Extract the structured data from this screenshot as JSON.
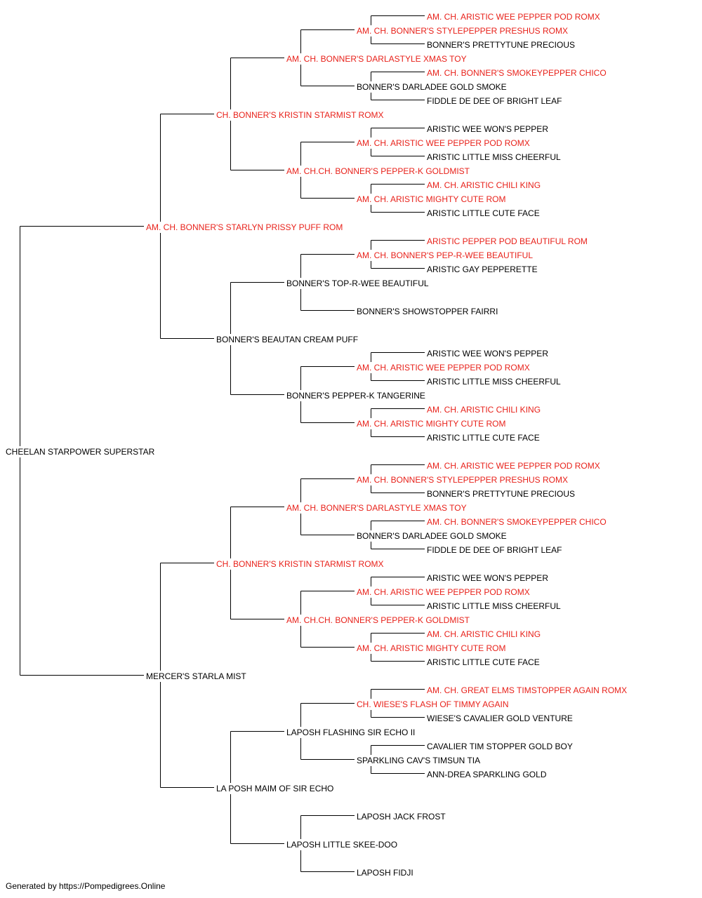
{
  "colors": {
    "champion": "#e8211a",
    "normal": "#000000",
    "line": "#000000"
  },
  "footer": "Generated by https://Pompedigrees.Online",
  "dogs": [
    {
      "name": "CHEELAN STARPOWER SUPERSTAR",
      "champion": false
    },
    {
      "name": "AM. CH. BONNER'S STARLYN PRISSY PUFF ROM",
      "champion": true
    },
    {
      "name": "CH. BONNER'S KRISTIN STARMIST ROMX",
      "champion": true
    },
    {
      "name": "AM. CH. BONNER'S DARLASTYLE XMAS TOY",
      "champion": true
    },
    {
      "name": "AM. CH. BONNER'S STYLEPEPPER PRESHUS ROMX",
      "champion": true
    },
    {
      "name": "AM. CH. ARISTIC WEE PEPPER POD ROMX",
      "champion": true
    },
    {
      "name": "BONNER'S PRETTYTUNE PRECIOUS",
      "champion": false
    },
    {
      "name": "BONNER'S DARLADEE GOLD SMOKE",
      "champion": false
    },
    {
      "name": "AM. CH. BONNER'S SMOKEYPEPPER CHICO",
      "champion": true
    },
    {
      "name": "FIDDLE DE DEE OF BRIGHT LEAF",
      "champion": false
    },
    {
      "name": "AM. CH.CH. BONNER'S PEPPER-K GOLDMIST",
      "champion": true
    },
    {
      "name": "AM. CH. ARISTIC WEE PEPPER POD ROMX",
      "champion": true
    },
    {
      "name": "ARISTIC WEE WON'S PEPPER",
      "champion": false
    },
    {
      "name": "ARISTIC LITTLE MISS CHEERFUL",
      "champion": false
    },
    {
      "name": "AM. CH. ARISTIC MIGHTY CUTE ROM",
      "champion": true
    },
    {
      "name": "AM. CH. ARISTIC CHILI KING",
      "champion": true
    },
    {
      "name": "ARISTIC LITTLE CUTE FACE",
      "champion": false
    },
    {
      "name": "BONNER'S BEAUTAN CREAM PUFF",
      "champion": false
    },
    {
      "name": "BONNER'S TOP-R-WEE BEAUTIFUL",
      "champion": false
    },
    {
      "name": "AM. CH. BONNER'S PEP-R-WEE BEAUTIFUL",
      "champion": true
    },
    {
      "name": "ARISTIC PEPPER POD BEAUTIFUL ROM",
      "champion": true
    },
    {
      "name": "ARISTIC GAY PEPPERETTE",
      "champion": false
    },
    {
      "name": "BONNER'S SHOWSTOPPER FAIRRI",
      "champion": false
    },
    {
      "name": "BONNER'S PEPPER-K TANGERINE",
      "champion": false
    },
    {
      "name": "AM. CH. ARISTIC WEE PEPPER POD ROMX",
      "champion": true
    },
    {
      "name": "ARISTIC WEE WON'S PEPPER",
      "champion": false
    },
    {
      "name": "ARISTIC LITTLE MISS CHEERFUL",
      "champion": false
    },
    {
      "name": "AM. CH. ARISTIC MIGHTY CUTE ROM",
      "champion": true
    },
    {
      "name": "AM. CH. ARISTIC CHILI KING",
      "champion": true
    },
    {
      "name": "ARISTIC LITTLE CUTE FACE",
      "champion": false
    },
    {
      "name": "MERCER'S STARLA MIST",
      "champion": false
    },
    {
      "name": "CH. BONNER'S KRISTIN STARMIST ROMX",
      "champion": true
    },
    {
      "name": "AM. CH. BONNER'S DARLASTYLE XMAS TOY",
      "champion": true
    },
    {
      "name": "AM. CH. BONNER'S STYLEPEPPER PRESHUS ROMX",
      "champion": true
    },
    {
      "name": "AM. CH. ARISTIC WEE PEPPER POD ROMX",
      "champion": true
    },
    {
      "name": "BONNER'S PRETTYTUNE PRECIOUS",
      "champion": false
    },
    {
      "name": "BONNER'S DARLADEE GOLD SMOKE",
      "champion": false
    },
    {
      "name": "AM. CH. BONNER'S SMOKEYPEPPER CHICO",
      "champion": true
    },
    {
      "name": "FIDDLE DE DEE OF BRIGHT LEAF",
      "champion": false
    },
    {
      "name": "AM. CH.CH. BONNER'S PEPPER-K GOLDMIST",
      "champion": true
    },
    {
      "name": "AM. CH. ARISTIC WEE PEPPER POD ROMX",
      "champion": true
    },
    {
      "name": "ARISTIC WEE WON'S PEPPER",
      "champion": false
    },
    {
      "name": "ARISTIC LITTLE MISS CHEERFUL",
      "champion": false
    },
    {
      "name": "AM. CH. ARISTIC MIGHTY CUTE ROM",
      "champion": true
    },
    {
      "name": "AM. CH. ARISTIC CHILI KING",
      "champion": true
    },
    {
      "name": "ARISTIC LITTLE CUTE FACE",
      "champion": false
    },
    {
      "name": "LA POSH MAIM OF SIR ECHO",
      "champion": false
    },
    {
      "name": "LAPOSH FLASHING SIR ECHO II",
      "champion": false
    },
    {
      "name": "CH. WIESE'S FLASH OF TIMMY AGAIN",
      "champion": true
    },
    {
      "name": "AM. CH. GREAT ELMS TIMSTOPPER AGAIN ROMX",
      "champion": true
    },
    {
      "name": "WIESE'S CAVALIER GOLD VENTURE",
      "champion": false
    },
    {
      "name": "SPARKLING CAV'S TIMSUN TIA",
      "champion": false
    },
    {
      "name": "CAVALIER TIM STOPPER GOLD BOY",
      "champion": false
    },
    {
      "name": "ANN-DREA SPARKLING GOLD",
      "champion": false
    },
    {
      "name": "LAPOSH LITTLE SKEE-DOO",
      "champion": false
    },
    {
      "name": "LAPOSH JACK FROST",
      "champion": false
    },
    {
      "name": "LAPOSH FIDJI",
      "champion": false
    }
  ]
}
